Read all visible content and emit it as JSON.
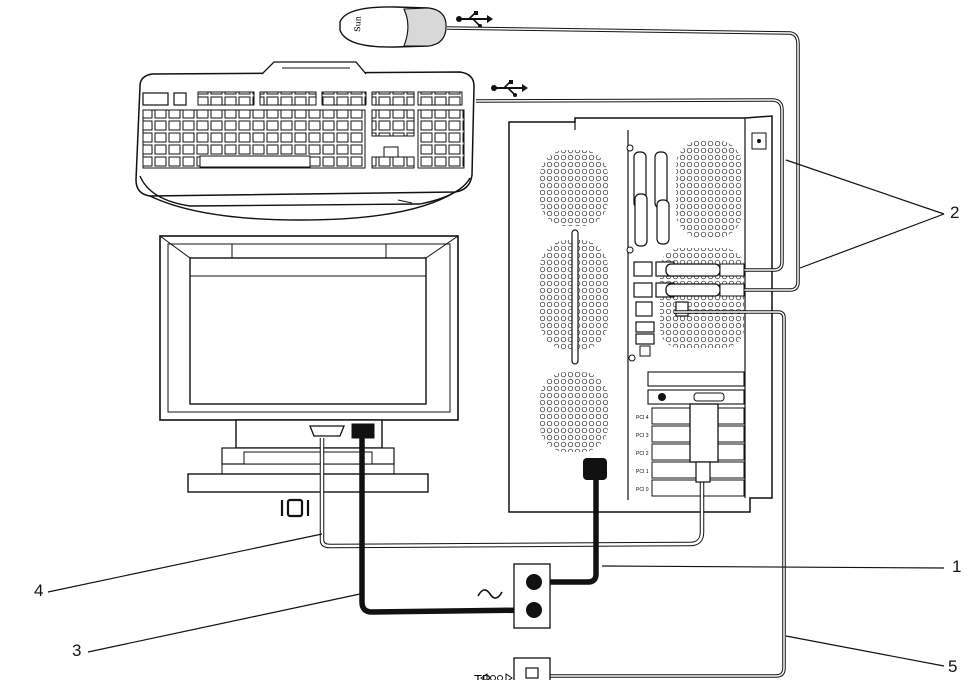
{
  "diagram": {
    "callouts": {
      "power_cord": "1",
      "usb_cables": "2",
      "monitor_power_cord": "3",
      "video_cable": "4",
      "ethernet_cable": "5"
    },
    "labels": {
      "mouse_brand": "Sun",
      "ethernet_outlet": "TP",
      "ac_outlet_symbol": "~",
      "video_symbol": "IOI",
      "pci_slots": [
        "PCI 0",
        "PCI 1",
        "PCI 2",
        "PCI 3",
        "PCI 4"
      ]
    },
    "icons": {
      "usb": "usb-icon",
      "ethernet": "ethernet-icon",
      "ac_power": "ac-power-icon",
      "video": "video-icon"
    }
  }
}
